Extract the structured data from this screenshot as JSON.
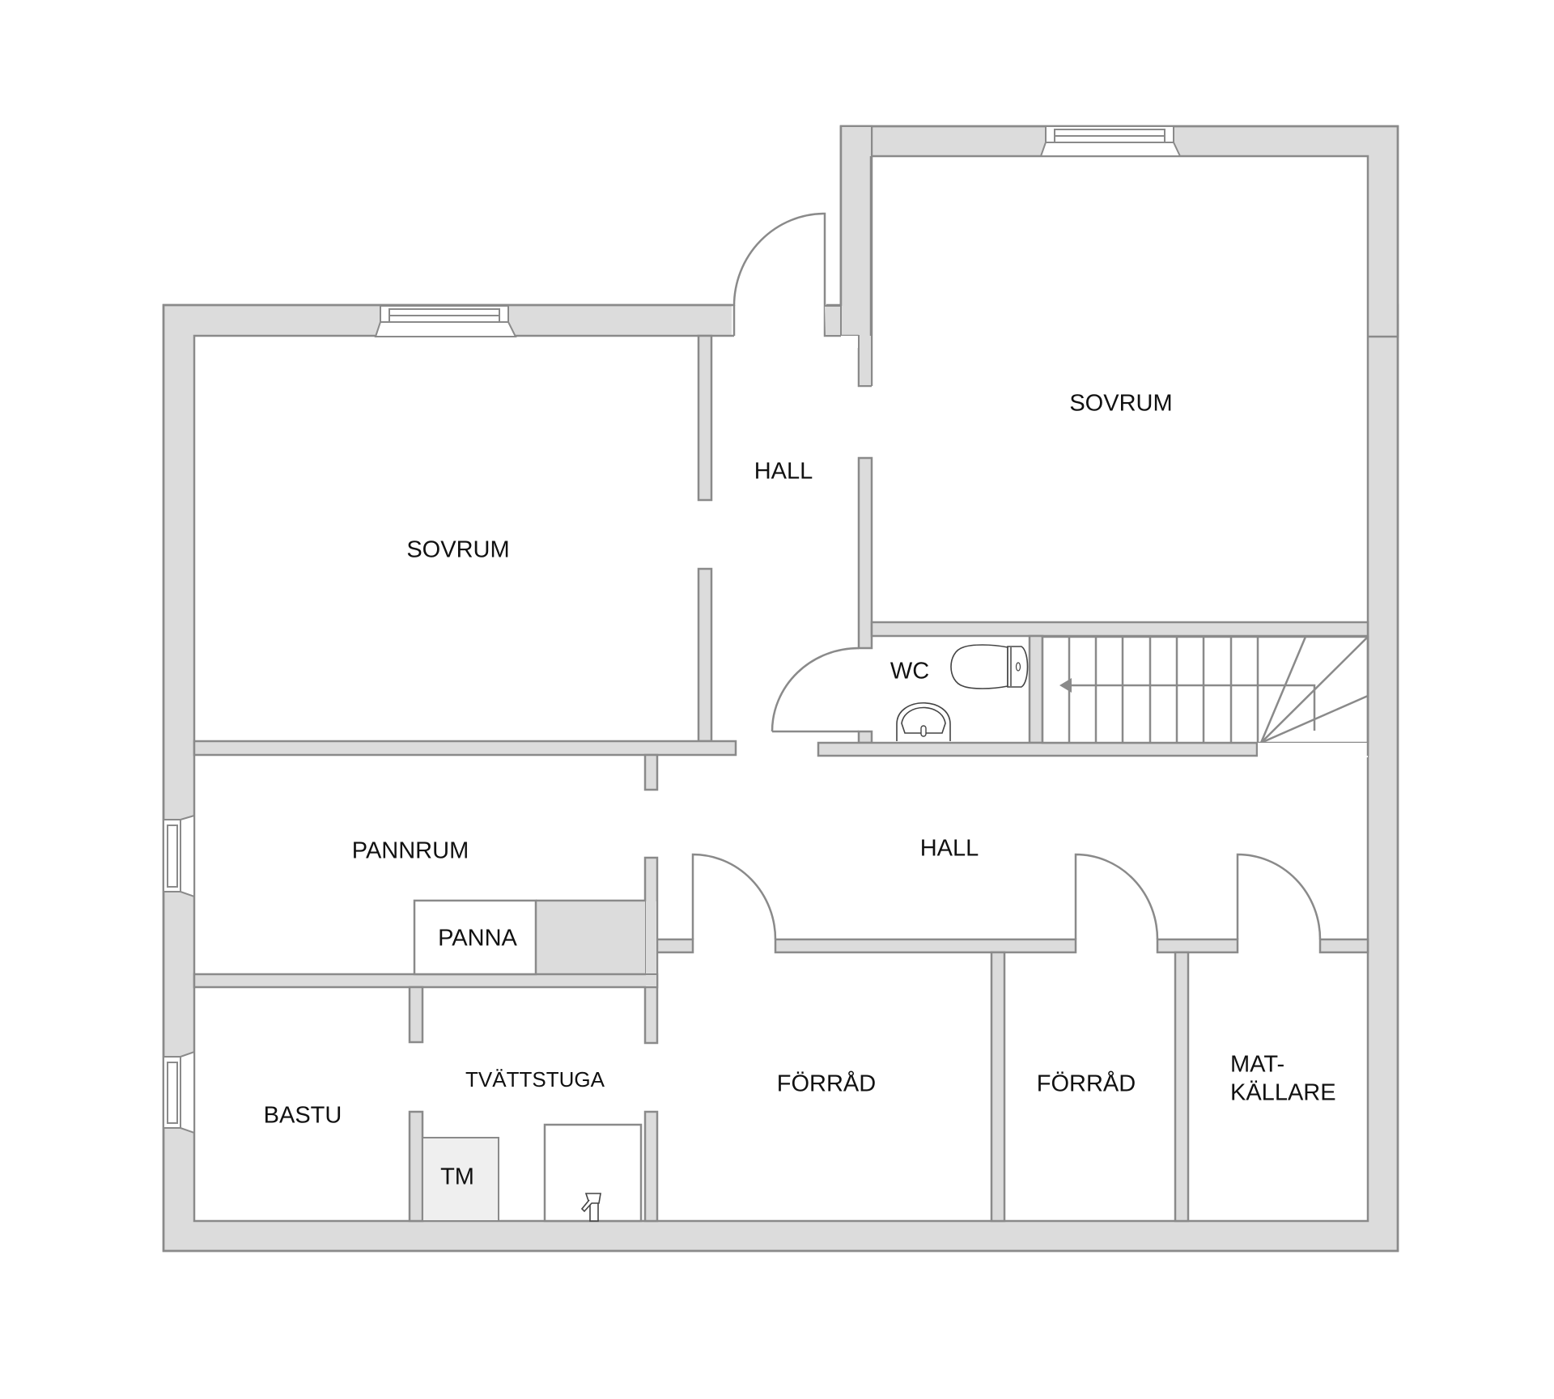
{
  "plan": {
    "type": "floor-plan",
    "colors": {
      "wall_fill": "#dcdcdc",
      "wall_stroke": "#8a8a8a",
      "background": "#ffffff",
      "text": "#111111"
    },
    "rooms": {
      "sovrum_left": "SOVRUM",
      "hall_top": "HALL",
      "sovrum_right": "SOVRUM",
      "wc": "WC",
      "pannrum": "PANNRUM",
      "hall_main": "HALL",
      "panna": "PANNA",
      "tvattstuga": "TVÄTTSTUGA",
      "forrad_1": "FÖRRÅD",
      "forrad_2": "FÖRRÅD",
      "matkallare_line1": "MAT-",
      "matkallare_line2": "KÄLLARE",
      "bastu": "BASTU",
      "tm": "TM"
    },
    "fixtures": [
      "toilet-icon",
      "sink-icon",
      "staircase",
      "faucet-icon",
      "window-icon",
      "door-swing-icon"
    ]
  }
}
